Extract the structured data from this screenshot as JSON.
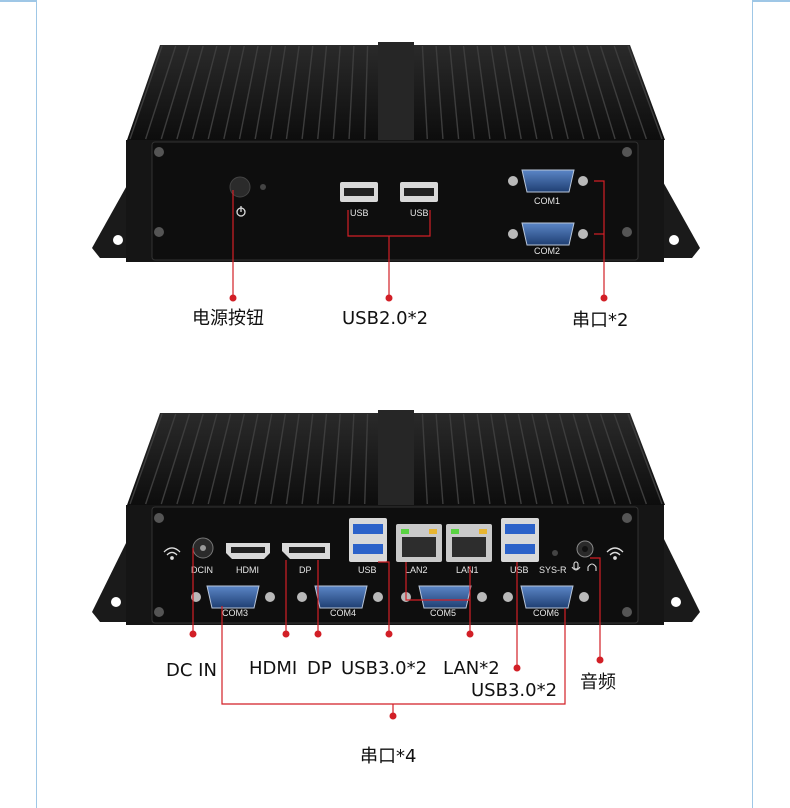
{
  "colors": {
    "callout": "#d21f26",
    "device": "#141414",
    "port_blue": "#2a4f8c",
    "led_green": "#59d342"
  },
  "front": {
    "port_labels": {
      "usb_a": "USB",
      "usb_b": "USB",
      "com1": "COM1",
      "com2": "COM2"
    },
    "callouts": {
      "power": "电源按钮",
      "usb": "USB2.0*2",
      "serial": "串口*2"
    }
  },
  "rear": {
    "port_labels": {
      "dcin": "DCIN",
      "hdmi": "HDMI",
      "dp": "DP",
      "usb_a": "USB",
      "lan2": "LAN2",
      "lan1": "LAN1",
      "usb_b": "USB",
      "sysr": "SYS-R",
      "com3": "COM3",
      "com4": "COM4",
      "com5": "COM5",
      "com6": "COM6"
    },
    "callouts": {
      "dcin": "DC IN",
      "hdmi": "HDMI",
      "dp": "DP",
      "usb3_a": "USB3.0*2",
      "lan": "LAN*2",
      "usb3_b": "USB3.0*2",
      "audio": "音频",
      "serial": "串口*4"
    }
  },
  "icons": [
    "power-icon",
    "wifi-icon",
    "mic-icon",
    "headphone-icon"
  ]
}
